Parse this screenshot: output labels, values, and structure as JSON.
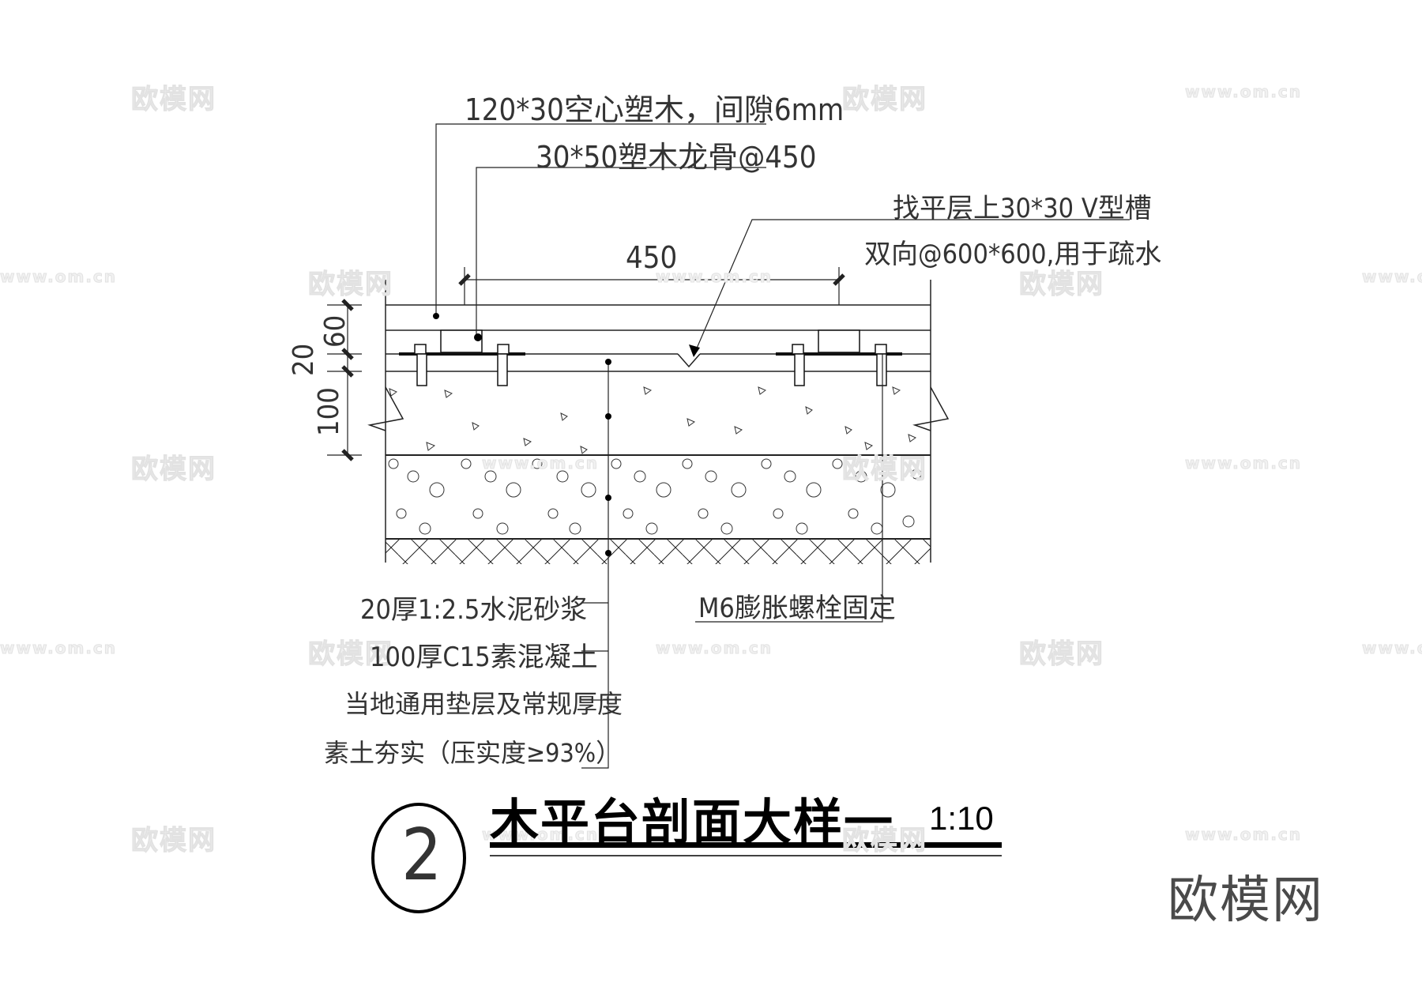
{
  "drawing": {
    "title": "木平台剖面大样一",
    "scale": "1:10",
    "detail_number": "2"
  },
  "annotations": {
    "top_left": [
      "120*30空心塑木，间隙6mm",
      "30*50塑木龙骨@450"
    ],
    "top_right": [
      "找平层上30*30  V型槽",
      "双向@600*600,用于疏水"
    ],
    "bottom_left": [
      "20厚1:2.5水泥砂浆",
      "100厚C15素混凝土",
      "当地通用垫层及常规厚度",
      "素土夯实（压实度≥93%）"
    ],
    "bottom_right": "M6膨胀螺栓固定"
  },
  "dimensions": {
    "horizontal": "450",
    "vertical": [
      "60",
      "20",
      "100"
    ]
  },
  "watermarks": {
    "brand": "欧模网",
    "url": "www.om.cn"
  },
  "colors": {
    "line": "#000000",
    "text": "#333333",
    "watermark": "#e6e6e6",
    "brand_mark": "#4a4a4a"
  }
}
